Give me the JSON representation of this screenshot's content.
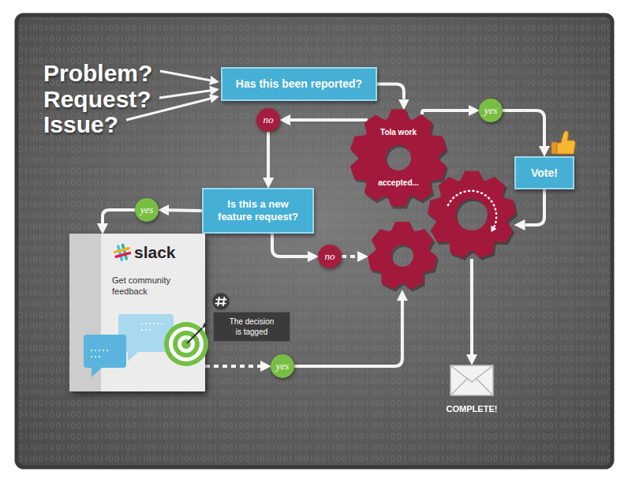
{
  "diagram": {
    "nodes": [
      {
        "text": [
          "Has this been reported?"
        ]
      },
      {
        "text": [
          "no"
        ]
      },
      {
        "text": [
          "yes"
        ]
      },
      {
        "text": [
          "Tola work accepted..."
        ]
      },
      {
        "text": [
          "Vote!"
        ]
      },
      {
        "text": [
          "Is this a new feature request?"
        ]
      },
      {
        "text": [
          "yes"
        ]
      },
      {
        "text": [
          "no"
        ]
      },
      {
        "text": [
          "slack",
          "Get community feedback"
        ]
      },
      {
        "text": [
          "The decision is tagged"
        ]
      },
      {
        "text": [
          "yes"
        ]
      },
      {
        "text": [
          "COMPLETE!"
        ]
      }
    ],
    "edges": [
      {
        "from": 0,
        "to": 3,
        "arrow": "to"
      },
      {
        "from": 3,
        "to": 1,
        "arrow": "to"
      },
      {
        "from": 3,
        "to": 2,
        "arrow": "to"
      },
      {
        "from": 2,
        "to": 4,
        "arrow": "to"
      },
      {
        "from": 4,
        "to": 3,
        "arrow": "to"
      },
      {
        "from": 1,
        "to": 5,
        "arrow": "to"
      },
      {
        "from": 5,
        "to": 6,
        "arrow": "to"
      },
      {
        "from": 6,
        "to": 8,
        "arrow": "to"
      },
      {
        "from": 5,
        "to": 7,
        "arrow": "to"
      },
      {
        "from": 7,
        "to": 3,
        "arrow": "to"
      },
      {
        "from": 8,
        "to": 10,
        "arrow": "to"
      },
      {
        "from": 10,
        "to": 3,
        "arrow": "to"
      },
      {
        "from": 3,
        "to": 11,
        "arrow": "to"
      }
    ],
    "labels": [
      "Problem?",
      "Request?",
      "Issue?"
    ]
  }
}
